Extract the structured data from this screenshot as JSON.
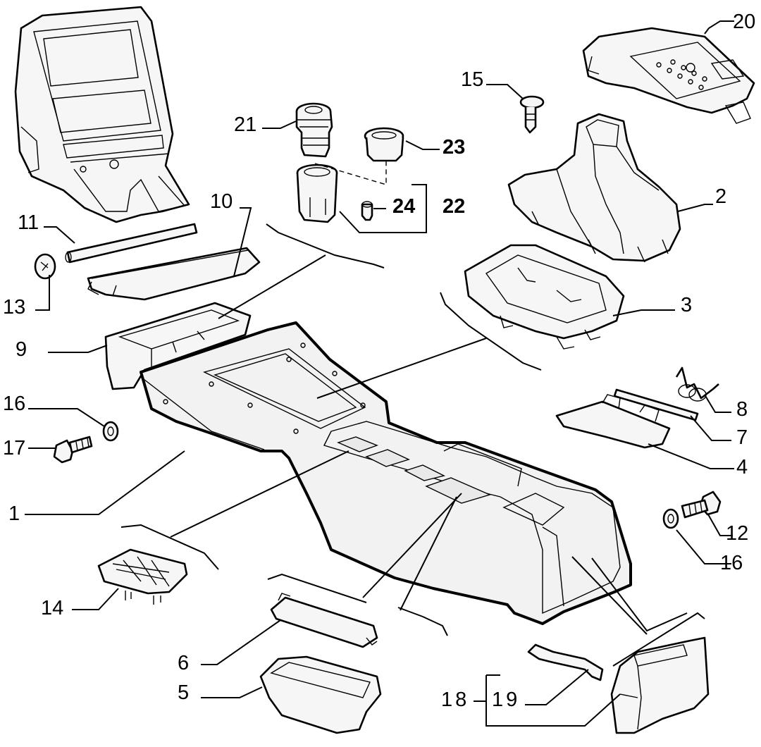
{
  "callouts": {
    "c1": "1",
    "c2": "2",
    "c3": "3",
    "c4": "4",
    "c5": "5",
    "c6": "6",
    "c7": "7",
    "c8": "8",
    "c9": "9",
    "c10": "10",
    "c11": "11",
    "c12": "12",
    "c13": "13",
    "c14": "14",
    "c15": "15",
    "c16a": "16",
    "c16b": "16",
    "c17": "17",
    "c18": "18",
    "c19": "19",
    "c20": "20",
    "c21": "21",
    "c22": "22",
    "c23": "23",
    "c24": "24"
  }
}
